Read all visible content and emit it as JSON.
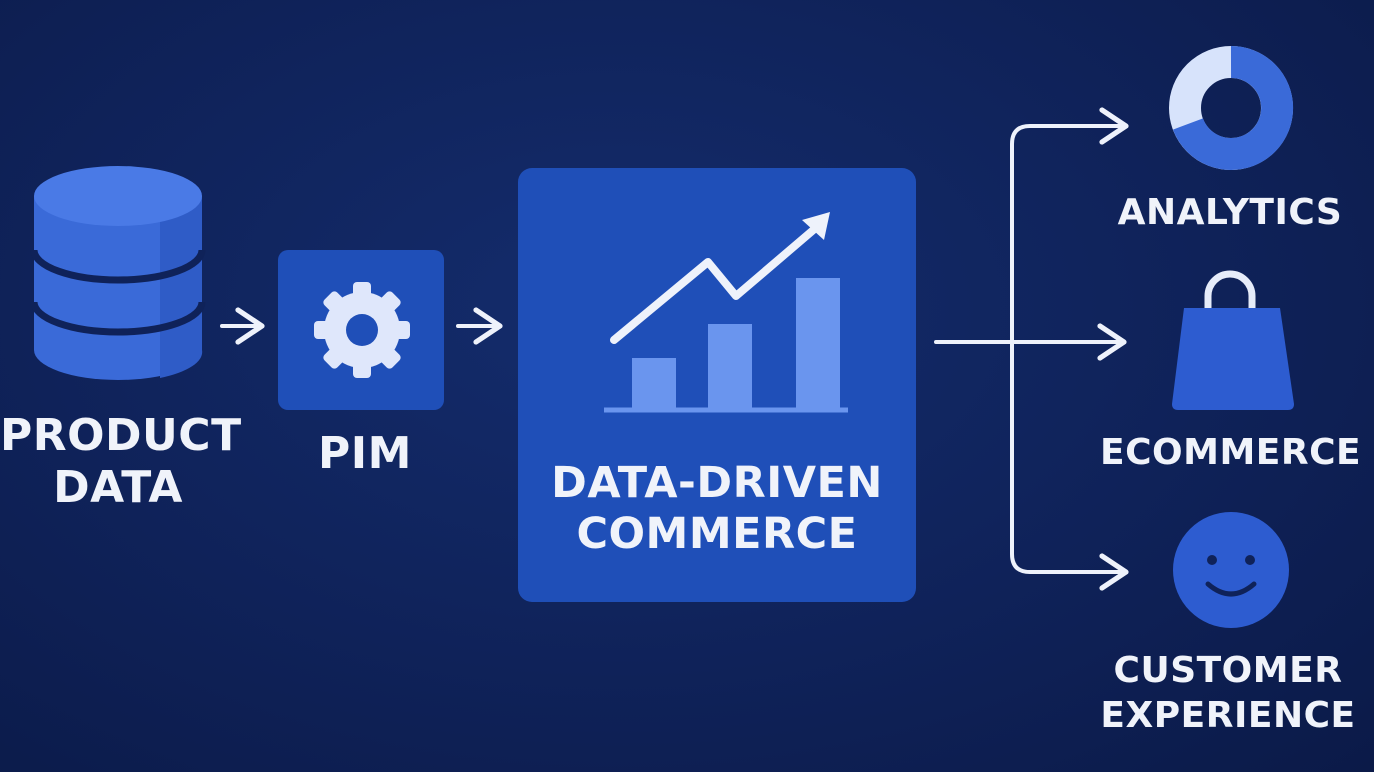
{
  "source": {
    "label_lines": [
      "PRODUCT",
      "DATA"
    ],
    "icon": "database-icon"
  },
  "pim": {
    "label": "PIM",
    "icon": "gear-icon"
  },
  "core": {
    "label_lines": [
      "DATA-DRIVEN",
      "COMMERCE"
    ],
    "icon": "growth-chart-icon"
  },
  "outputs": [
    {
      "label_lines": [
        "ANALYTICS"
      ],
      "icon": "donut-chart-icon"
    },
    {
      "label_lines": [
        "ECOMMERCE"
      ],
      "icon": "shopping-bag-icon"
    },
    {
      "label_lines": [
        "CUSTOMER",
        "EXPERIENCE"
      ],
      "icon": "smiley-face-icon"
    }
  ],
  "colors": {
    "background": "#0f2259",
    "box": "#1f4fb8",
    "icon_primary": "#3a6ad8",
    "icon_light": "#6a95ee",
    "arrow": "#eef2fb"
  }
}
